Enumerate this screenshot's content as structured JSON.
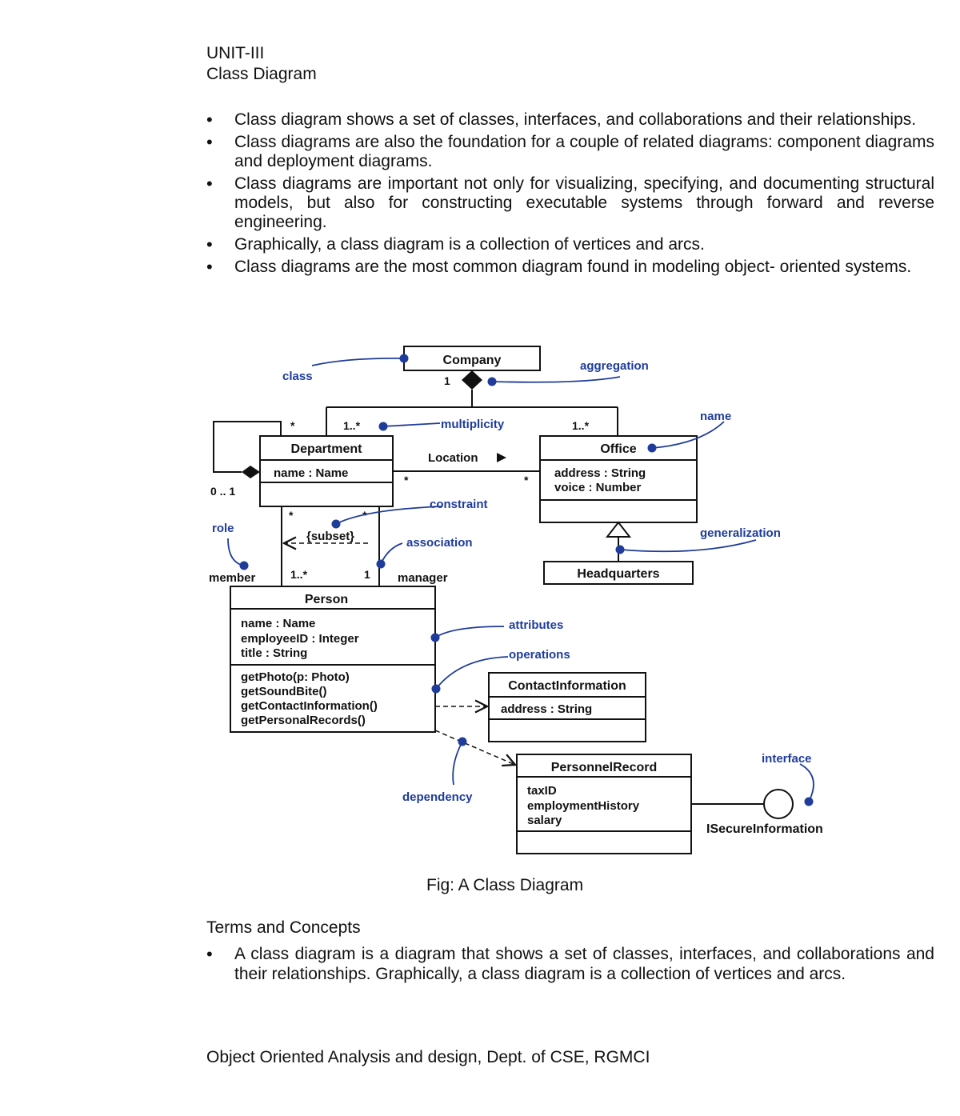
{
  "header": {
    "unit": "UNIT-III",
    "title": "Class Diagram"
  },
  "intro_bullets": [
    "Class diagram shows a set of classes, interfaces, and collaborations and their relationships.",
    "Class diagrams are also the foundation for a couple of related diagrams: component diagrams and deployment diagrams.",
    "Class diagrams are important not only for visualizing, specifying, and documenting structural models, but also for constructing executable systems through forward and reverse engineering.",
    "Graphically, a class diagram is a collection of vertices and arcs.",
    "Class diagrams are the most common diagram found in modeling object- oriented systems."
  ],
  "diagram": {
    "classes": {
      "company": {
        "name": "Company"
      },
      "department": {
        "name": "Department",
        "attributes": [
          "name : Name"
        ]
      },
      "office": {
        "name": "Office",
        "attributes": [
          "address : String",
          "voice : Number"
        ]
      },
      "headquarters": {
        "name": "Headquarters"
      },
      "person": {
        "name": "Person",
        "attributes": [
          "name : Name",
          "employeeID : Integer",
          "title : String"
        ],
        "operations": [
          "getPhoto(p: Photo)",
          "getSoundBite()",
          "getContactInformation()",
          "getPersonalRecords()"
        ]
      },
      "contact": {
        "name": "ContactInformation",
        "attributes": [
          "address : String"
        ]
      },
      "personnel": {
        "name": "PersonnelRecord",
        "attributes": [
          "taxID",
          "employmentHistory",
          "salary"
        ]
      },
      "interface_name": "ISecureInformation"
    },
    "labels": {
      "location": "Location",
      "subset": "{subset}",
      "member": "member",
      "manager": "manager"
    },
    "multiplicities": {
      "company_1": "1",
      "dept_star": "*",
      "dept_1n": "1..*",
      "office_1n": "1..*",
      "zero_one": "0 .. 1",
      "assoc_star_left": "*",
      "assoc_star_right": "*",
      "dept_star_a": "*",
      "dept_star_b": "*",
      "member_1n": "1..*",
      "manager_1": "1"
    },
    "annotations": {
      "class": "class",
      "aggregation": "aggregation",
      "multiplicity": "multiplicity",
      "name": "name",
      "constraint": "constraint",
      "role": "role",
      "association": "association",
      "generalization": "generalization",
      "attributes": "attributes",
      "operations": "operations",
      "interface": "interface",
      "dependency": "dependency"
    },
    "colors": {
      "annotation": "#1f3c9a",
      "lines": "#111111"
    }
  },
  "caption": "Fig: A Class Diagram",
  "terms": {
    "heading": "Terms and Concepts",
    "bullets": [
      "A class diagram is a diagram that shows a set of classes, interfaces, and collaborations and their relationships. Graphically, a class diagram is a collection of vertices and arcs."
    ]
  },
  "footer": "Object Oriented Analysis and design, Dept. of CSE, RGMCI"
}
